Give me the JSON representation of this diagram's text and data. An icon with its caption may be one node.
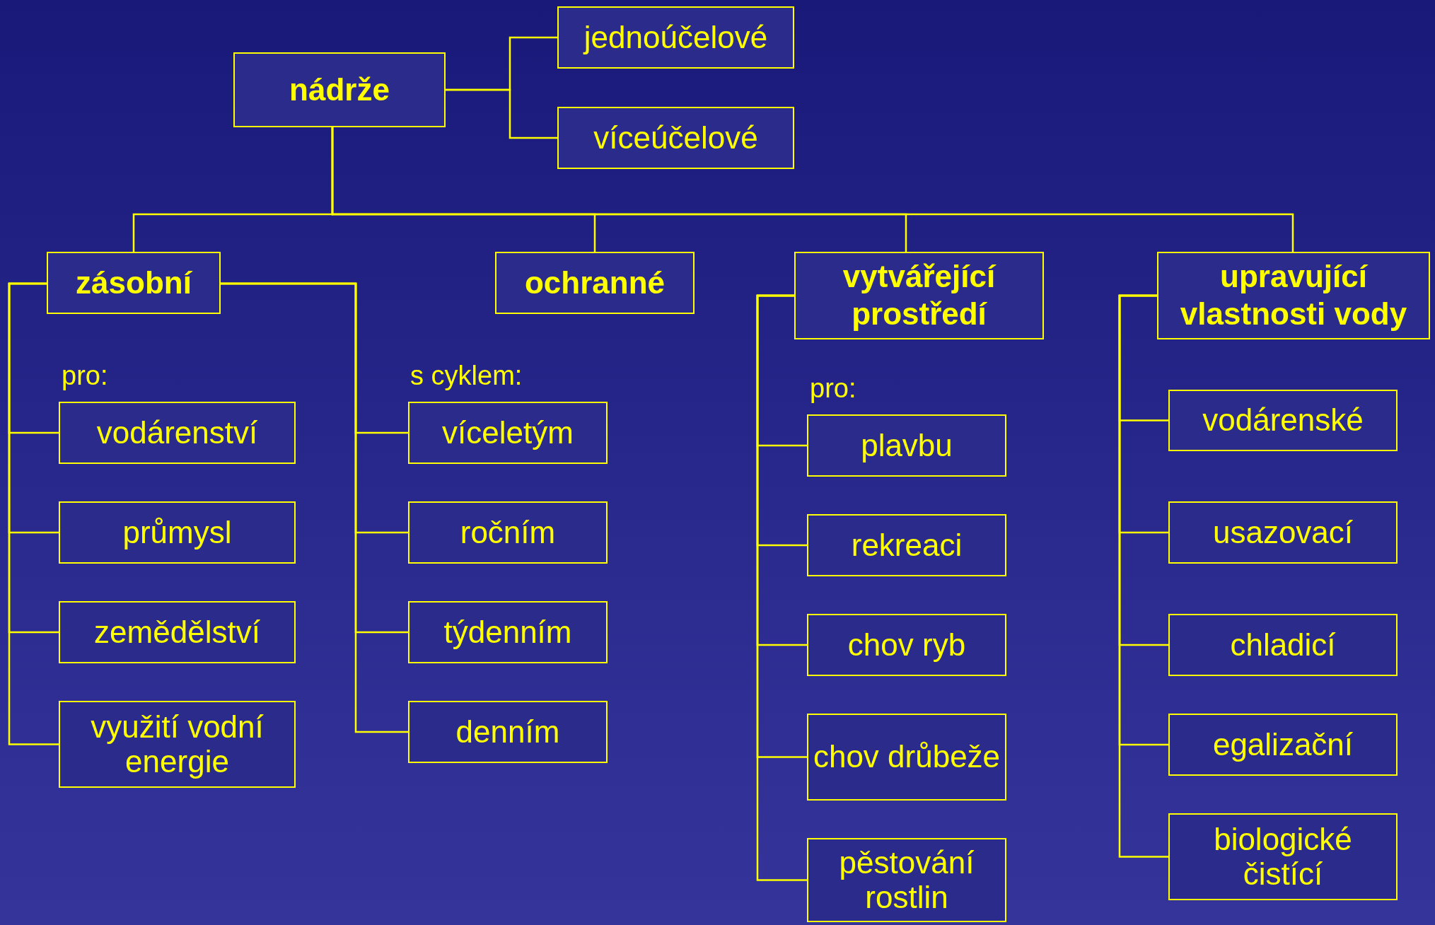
{
  "diagram": {
    "nodes": [
      {
        "text": [
          "nádrže"
        ]
      },
      {
        "text": [
          "jednoúčelové"
        ]
      },
      {
        "text": [
          "víceúčelové"
        ]
      },
      {
        "text": [
          "zásobní"
        ]
      },
      {
        "text": [
          "ochranné"
        ]
      },
      {
        "text": [
          "vytvářející prostředí"
        ]
      },
      {
        "text": [
          "upravující vlastnosti vody"
        ]
      },
      {
        "text": [
          "vodárenství"
        ]
      },
      {
        "text": [
          "průmysl"
        ]
      },
      {
        "text": [
          "zemědělství"
        ]
      },
      {
        "text": [
          "využití vodní energie"
        ]
      },
      {
        "text": [
          "víceletým"
        ]
      },
      {
        "text": [
          "ročním"
        ]
      },
      {
        "text": [
          "týdenním"
        ]
      },
      {
        "text": [
          "denním"
        ]
      },
      {
        "text": [
          "plavbu"
        ]
      },
      {
        "text": [
          "rekreaci"
        ]
      },
      {
        "text": [
          "chov ryb"
        ]
      },
      {
        "text": [
          "chov drůbeže"
        ]
      },
      {
        "text": [
          "pěstování rostlin"
        ]
      },
      {
        "text": [
          "vodárenské"
        ]
      },
      {
        "text": [
          "usazovací"
        ]
      },
      {
        "text": [
          "chladicí"
        ]
      },
      {
        "text": [
          "egalizační"
        ]
      },
      {
        "text": [
          "biologické čistící"
        ]
      }
    ],
    "edges": [
      {
        "from": 0,
        "to": 1,
        "arrow": "none"
      },
      {
        "from": 0,
        "to": 2,
        "arrow": "none"
      },
      {
        "from": 0,
        "to": 3,
        "arrow": "none"
      },
      {
        "from": 0,
        "to": 4,
        "arrow": "none"
      },
      {
        "from": 0,
        "to": 5,
        "arrow": "none"
      },
      {
        "from": 0,
        "to": 6,
        "arrow": "none"
      },
      {
        "from": 3,
        "to": 7,
        "arrow": "none"
      },
      {
        "from": 3,
        "to": 8,
        "arrow": "none"
      },
      {
        "from": 3,
        "to": 9,
        "arrow": "none"
      },
      {
        "from": 3,
        "to": 10,
        "arrow": "none"
      },
      {
        "from": 3,
        "to": 11,
        "arrow": "none"
      },
      {
        "from": 3,
        "to": 12,
        "arrow": "none"
      },
      {
        "from": 3,
        "to": 13,
        "arrow": "none"
      },
      {
        "from": 3,
        "to": 14,
        "arrow": "none"
      },
      {
        "from": 5,
        "to": 15,
        "arrow": "none"
      },
      {
        "from": 5,
        "to": 16,
        "arrow": "none"
      },
      {
        "from": 5,
        "to": 17,
        "arrow": "none"
      },
      {
        "from": 5,
        "to": 18,
        "arrow": "none"
      },
      {
        "from": 5,
        "to": 19,
        "arrow": "none"
      },
      {
        "from": 6,
        "to": 20,
        "arrow": "none"
      },
      {
        "from": 6,
        "to": 21,
        "arrow": "none"
      },
      {
        "from": 6,
        "to": 22,
        "arrow": "none"
      },
      {
        "from": 6,
        "to": 23,
        "arrow": "none"
      },
      {
        "from": 6,
        "to": 24,
        "arrow": "none"
      }
    ],
    "labels": [
      "pro:",
      "s cyklem:",
      "pro:"
    ]
  }
}
